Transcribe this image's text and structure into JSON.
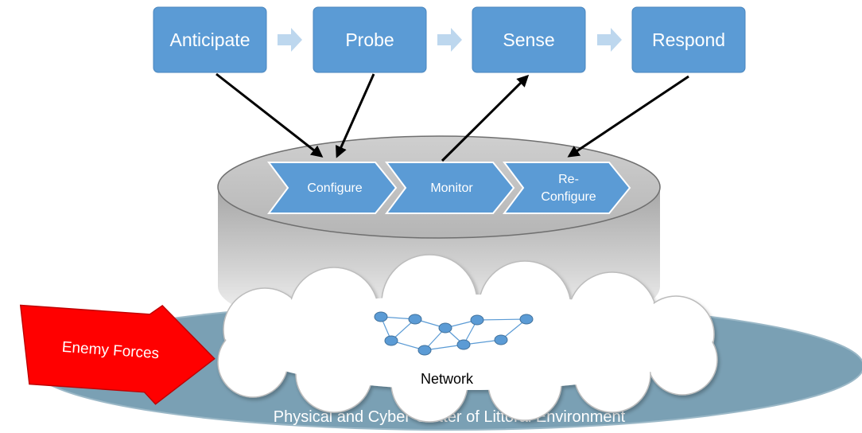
{
  "process_steps": [
    {
      "label": "Anticipate"
    },
    {
      "label": "Probe"
    },
    {
      "label": "Sense"
    },
    {
      "label": "Respond"
    }
  ],
  "platform_steps": [
    {
      "lines": [
        "Configure"
      ]
    },
    {
      "lines": [
        "Monitor"
      ]
    },
    {
      "lines": [
        "Re-",
        "Configure"
      ]
    }
  ],
  "enemy_label": "Enemy Forces",
  "network_label": "Network",
  "environment_label": "Physical and Cyber Clutter of Littoral Environment",
  "colors": {
    "box_blue": "#5b9bd5",
    "box_border": "#4a86be",
    "small_arrow": "#bdd7ee",
    "environment": "#7aa0b4",
    "enemy_red": "#ff0000",
    "node_blue": "#5b9bd5"
  }
}
